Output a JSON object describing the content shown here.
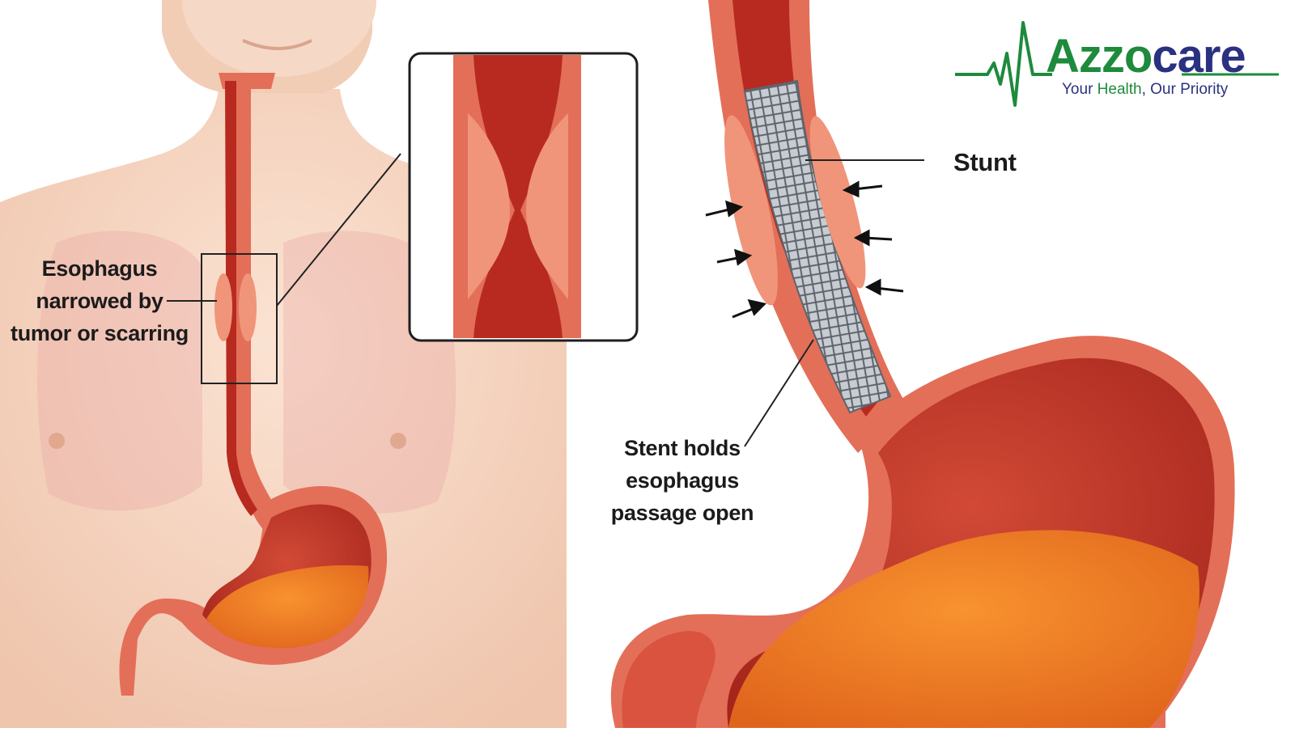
{
  "brand": {
    "name_part1": "Azzo",
    "name_part2": "care",
    "tagline_part1": "Your ",
    "tagline_part2": "Health",
    "tagline_part3": ", Our Priority",
    "colors": {
      "green": "#1e8a3c",
      "navy": "#2a3180"
    }
  },
  "labels": {
    "narrowed": [
      "Esophagus",
      "narrowed by",
      "tumor or scarring"
    ],
    "stunt": "Stunt",
    "stent": [
      "Stent holds",
      "esophagus",
      "passage open"
    ]
  },
  "colors": {
    "skin": "#f4d2bc",
    "tissue": "#e36f58",
    "lumen": "#b82a1f",
    "tumor": "#f0957a",
    "fluid": "#f07a22",
    "stent_mesh": "#8f949c"
  }
}
